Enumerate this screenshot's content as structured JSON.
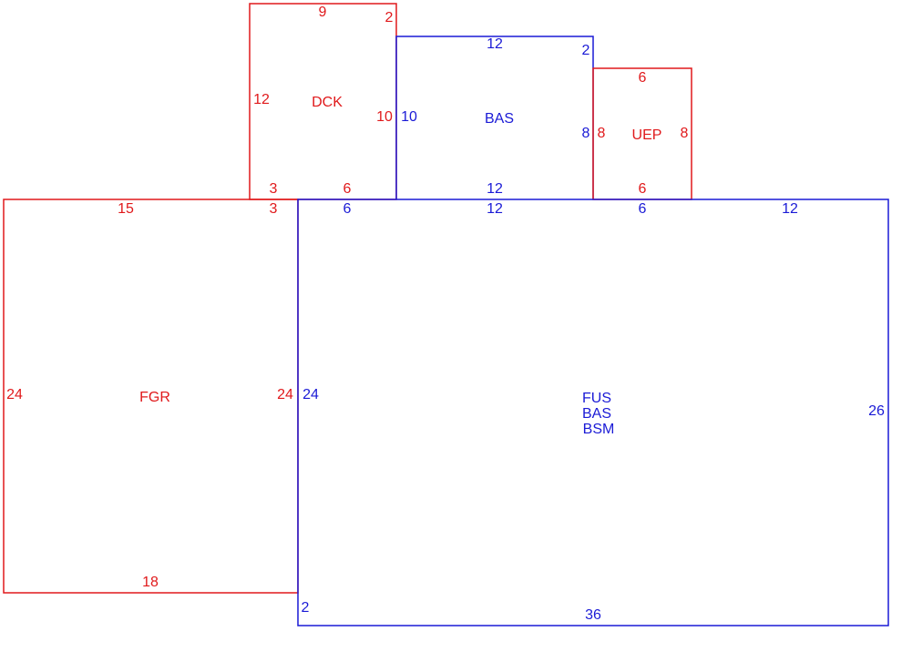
{
  "colors": {
    "red": "#e0191b",
    "blue": "#1a1ad6"
  },
  "areas": {
    "dck": {
      "label": "DCK",
      "color": "red",
      "dims": {
        "top": "9",
        "top_right": "2",
        "left": "12",
        "right": "10",
        "bottom_left": "3",
        "bottom_right": "6"
      }
    },
    "bas_top": {
      "label": "BAS",
      "color": "blue",
      "dims": {
        "top": "12",
        "top_right": "2",
        "left": "10",
        "right": "8",
        "bottom": "12"
      }
    },
    "uep": {
      "label": "UEP",
      "color": "red",
      "dims": {
        "top": "6",
        "left": "8",
        "right": "8",
        "bottom": "6"
      }
    },
    "fgr": {
      "label": "FGR",
      "color": "red",
      "dims": {
        "top": "15",
        "top_right": "3",
        "left": "24",
        "right": "24",
        "bottom": "18"
      }
    },
    "main": {
      "labels": [
        "FUS",
        "BAS",
        "BSM"
      ],
      "color": "blue",
      "dims": {
        "top_seg1": "6",
        "top_seg2": "12",
        "top_seg3": "6",
        "top_seg4": "12",
        "left": "24",
        "left_jog": "2",
        "right": "26",
        "bottom": "36"
      }
    }
  }
}
